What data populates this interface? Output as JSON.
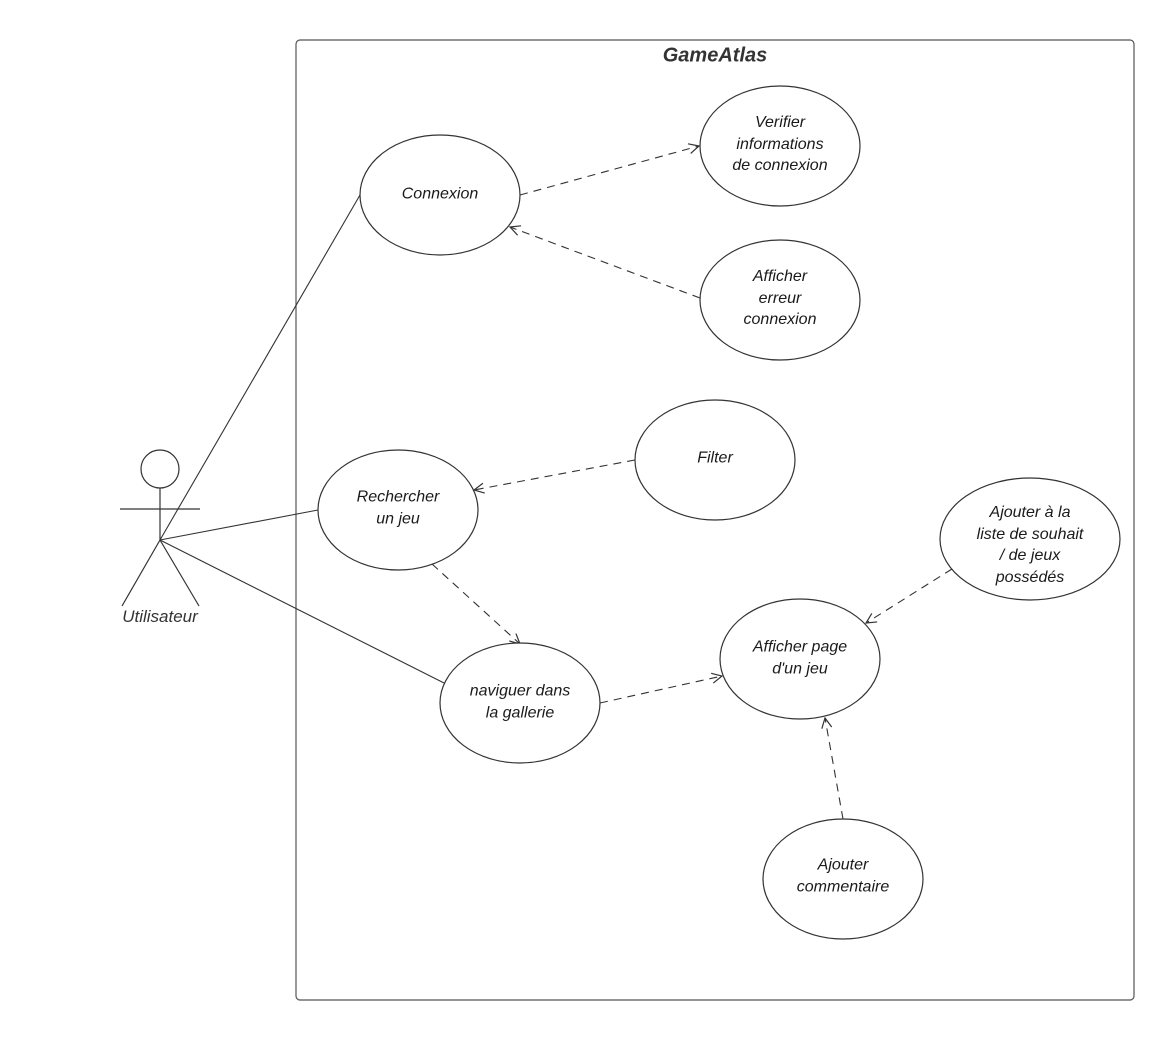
{
  "system": {
    "title": "GameAtlas"
  },
  "actor": {
    "label": "Utilisateur"
  },
  "use_cases": {
    "connexion": [
      "Connexion"
    ],
    "verifier": [
      "Verifier",
      "informations",
      "de connexion"
    ],
    "afficher_erreur": [
      "Afficher",
      "erreur",
      "connexion"
    ],
    "filter": [
      "Filter"
    ],
    "rechercher": [
      "Rechercher",
      "un jeu"
    ],
    "ajouter_liste": [
      "Ajouter à la",
      "liste de souhait",
      "/ de jeux",
      "possédés"
    ],
    "afficher_page": [
      "Afficher page",
      "d'un jeu"
    ],
    "naviguer": [
      "naviguer dans",
      "la gallerie"
    ],
    "ajouter_commentaire": [
      "Ajouter",
      "commentaire"
    ]
  }
}
